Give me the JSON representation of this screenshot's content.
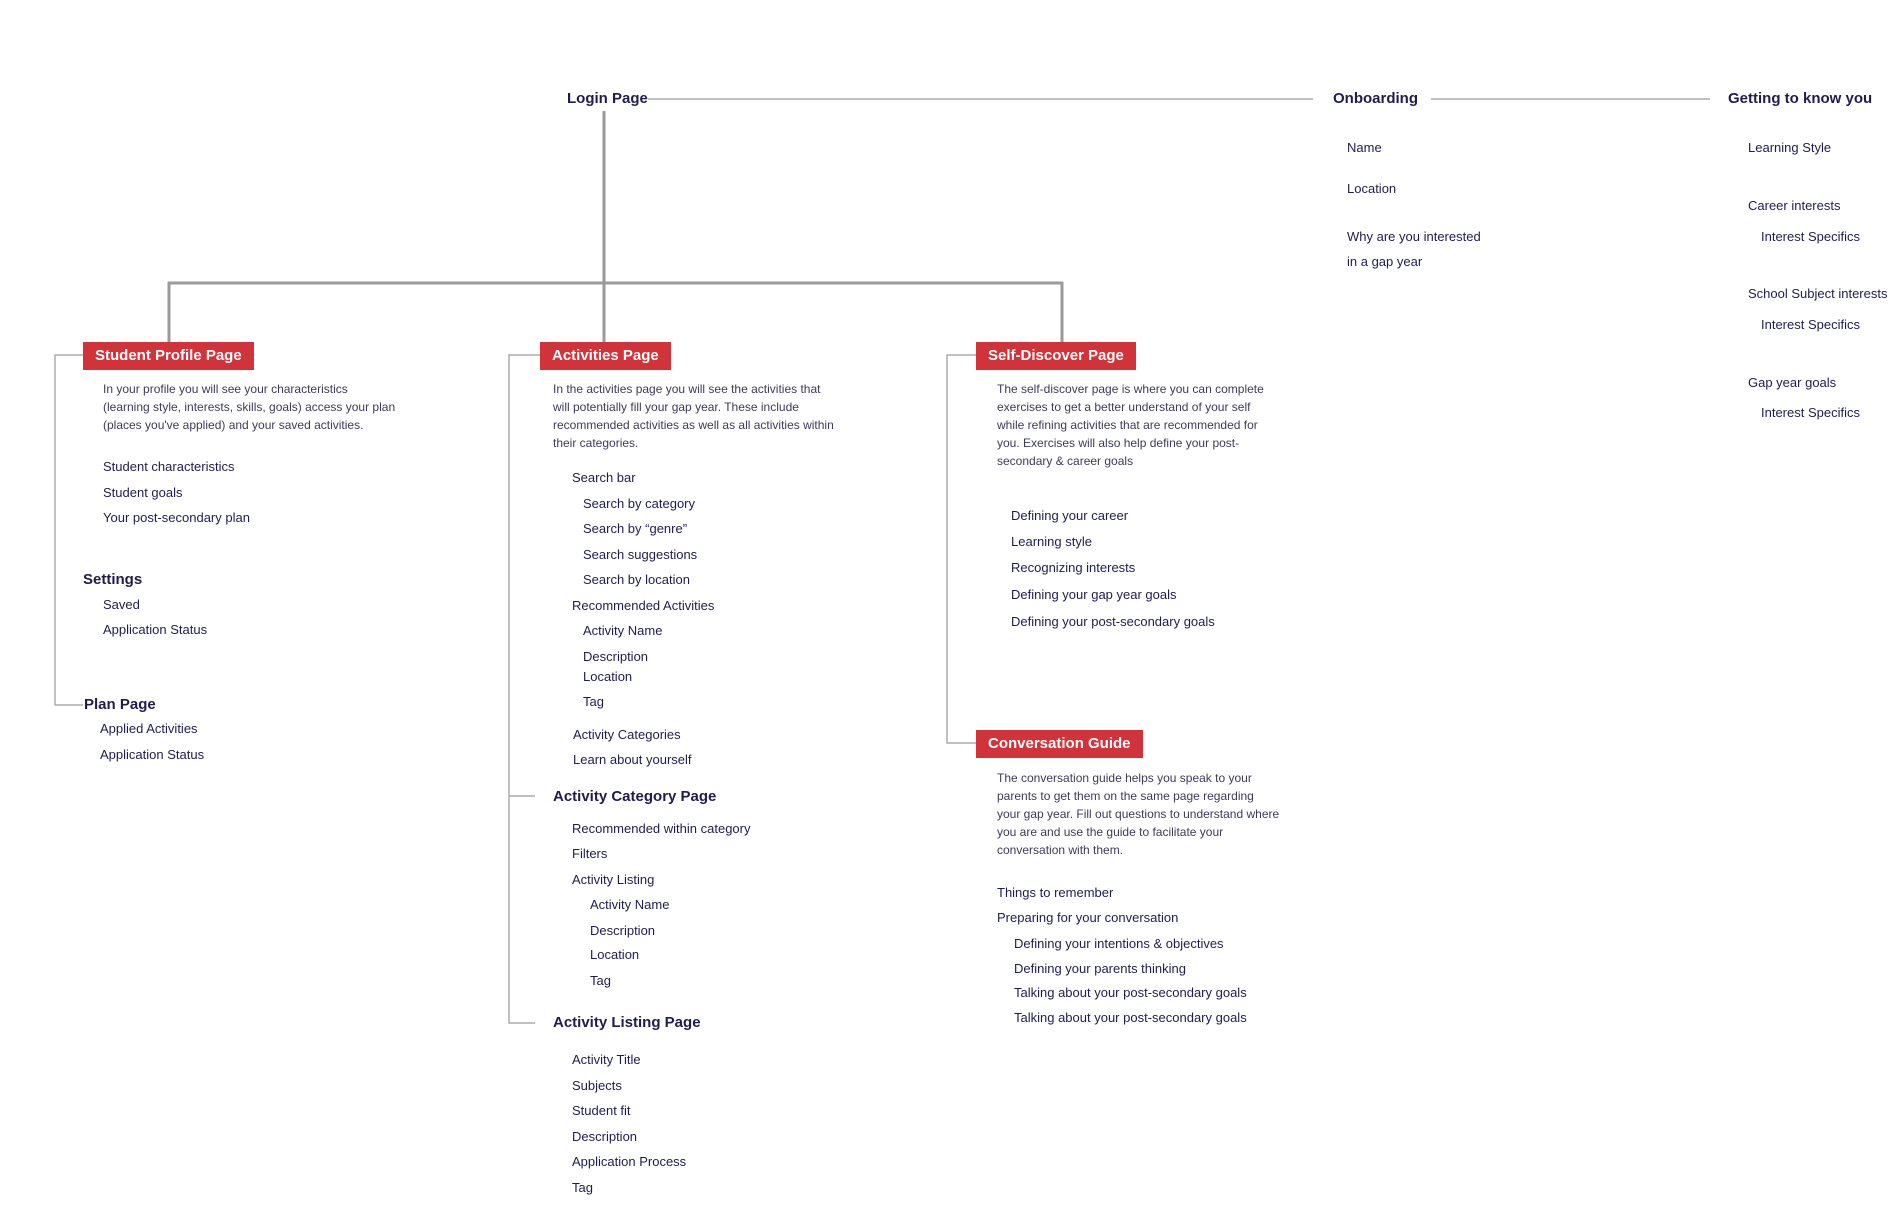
{
  "colors": {
    "accent": "#d1333b",
    "text": "#1f1d4f",
    "line": "#9a9a9a"
  },
  "login": {
    "title": "Login Page"
  },
  "onboarding": {
    "title": "Onboarding",
    "items": [
      "Name",
      "Location",
      "Why are you interested",
      "in a gap year"
    ]
  },
  "getting_to_know": {
    "title": "Getting to know you",
    "items": [
      "Learning Style",
      "Career interests",
      "Interest Specifics",
      "School Subject interests",
      "Interest Specifics",
      "Gap year goals",
      "Interest Specifics"
    ]
  },
  "student_profile": {
    "title": "Student Profile Page",
    "description": [
      "In your profile you will see your characteristics",
      "(learning style, interests, skills, goals) access your plan",
      "(places you've applied) and your saved activities."
    ],
    "items": [
      "Student characteristics",
      "Student goals",
      "Your post-secondary plan"
    ]
  },
  "settings": {
    "title": "Settings",
    "items": [
      "Saved",
      "Application Status"
    ]
  },
  "plan": {
    "title": "Plan Page",
    "items": [
      "Applied Activities",
      "Application Status"
    ]
  },
  "activities": {
    "title": "Activities Page",
    "description": [
      "In the activities page you will see the activities that",
      "will potentially fill your gap year. These include",
      "recommended activities as well as all activities within",
      "their categories."
    ],
    "items": [
      "Search bar",
      "Search by category",
      "Search by “genre”",
      "Search suggestions",
      "Search by location",
      "Recommended Activities",
      "Activity Name",
      "Description",
      "Location",
      "Tag",
      "Activity Categories",
      "Learn about yourself"
    ]
  },
  "activity_category": {
    "title": "Activity Category Page",
    "items": [
      "Recommended within category",
      "Filters",
      "Activity Listing",
      "Activity Name",
      "Description",
      "Location",
      "Tag"
    ]
  },
  "activity_listing": {
    "title": "Activity Listing Page",
    "items": [
      "Activity Title",
      "Subjects",
      "Student fit",
      "Description",
      "Application Process",
      "Tag"
    ]
  },
  "self_discover": {
    "title": "Self-Discover Page",
    "description": [
      "The self-discover page is where you can complete",
      "exercises to get a better understand of your self",
      "while refining activities that are recommended for",
      "you. Exercises will also help define your post-",
      "secondary & career goals"
    ],
    "items": [
      "Defining your career",
      "Learning style",
      "Recognizing interests",
      "Defining your gap year goals",
      "Defining your post-secondary goals"
    ]
  },
  "conversation": {
    "title": "Conversation Guide",
    "description": [
      "The conversation guide helps you speak to your",
      "parents to get them on the same page regarding",
      "your gap year. Fill out questions to understand where",
      "you are and use the guide to facilitate your",
      "conversation with them."
    ],
    "items": [
      "Things to remember",
      "Preparing for your conversation",
      "Defining your intentions & objectives",
      "Defining your parents thinking",
      "Talking about your post-secondary goals",
      "Talking about your post-secondary goals"
    ]
  }
}
